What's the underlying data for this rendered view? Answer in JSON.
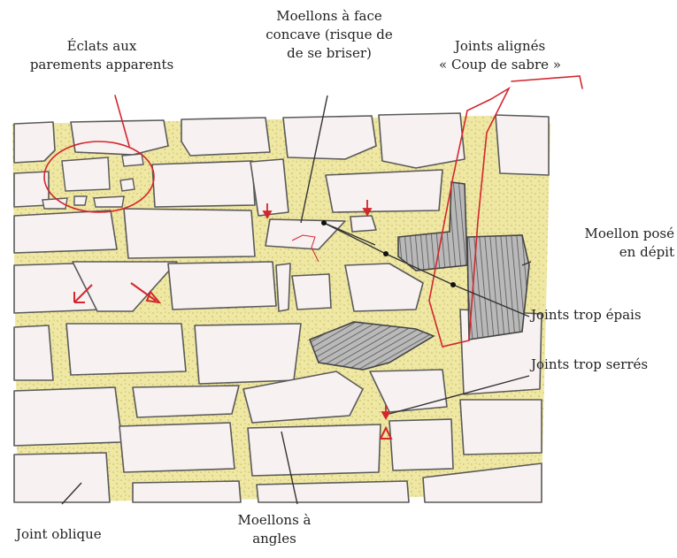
{
  "colors": {
    "mortar": "#efe7a4",
    "mortar_speckle": "#c9bd55",
    "stone_fill": "#f8f1f1",
    "stone_outline": "#5a5a5a",
    "hatched_stone": "#8a8a8a",
    "red_annotation": "#d3262e",
    "leader_line": "#333333"
  },
  "icons": {
    "red_arrow": "red-arrow-icon",
    "red_triangle": "red-triangle-icon",
    "leader_dot": "leader-dot-icon"
  },
  "labels": {
    "eclats": {
      "line1": "Éclats aux",
      "line2": "parements apparents"
    },
    "concave": {
      "line1": "Moellons à face",
      "line2": "concave (risque de",
      "line3": "de se briser)"
    },
    "joints_alignes": {
      "line1": "Joints alignés",
      "line2": "« Coup de sabre »"
    },
    "depit": {
      "line1": "Moellon posé",
      "line2": "en dépit"
    },
    "epais": {
      "line1": "Joints trop épais"
    },
    "serres": {
      "line1": "Joints trop serrés"
    },
    "oblique": {
      "line1": "Joint oblique"
    },
    "angles": {
      "line1": "Moellons à",
      "line2": "angles"
    }
  }
}
